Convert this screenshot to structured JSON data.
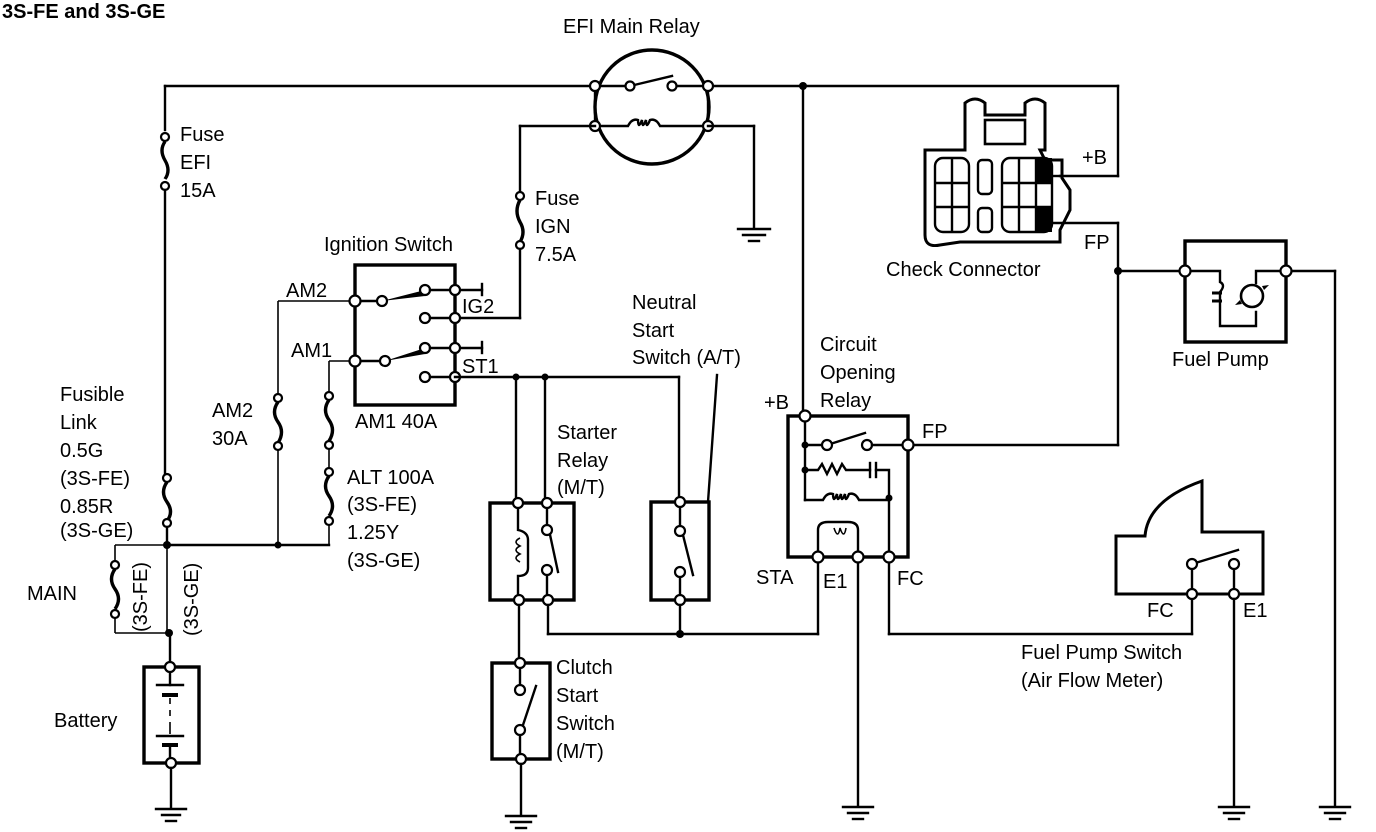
{
  "title": "3S-FE and 3S-GE",
  "components": {
    "efi_main_relay": "EFI Main Relay",
    "fuse_efi": [
      "Fuse",
      "EFI",
      "15A"
    ],
    "fuse_ign": [
      "Fuse",
      "IGN",
      "7.5A"
    ],
    "ignition_switch": "Ignition Switch",
    "ign_terminals": {
      "am2": "AM2",
      "am1": "AM1",
      "ig2": "IG2",
      "st1": "ST1"
    },
    "am1_fuse": "AM1 40A",
    "am2_fuse": [
      "AM2",
      "30A"
    ],
    "alt_fuse": [
      "ALT 100A",
      "(3S-FE)",
      "1.25Y",
      "(3S-GE)"
    ],
    "fusible_link": [
      "Fusible",
      "Link",
      "0.5G",
      "(3S-FE)",
      "0.85R",
      "(3S-GE)"
    ],
    "main_fuse": "MAIN",
    "main_variants": {
      "fe": "(3S-FE)",
      "ge": "(3S-GE)"
    },
    "battery": "Battery",
    "neutral_start_switch": [
      "Neutral",
      "Start",
      "Switch (A/T)"
    ],
    "starter_relay": [
      "Starter",
      "Relay",
      "(M/T)"
    ],
    "clutch_start_switch": [
      "Clutch",
      "Start",
      "Switch",
      "(M/T)"
    ],
    "circuit_opening_relay": [
      "Circuit",
      "Opening",
      "Relay"
    ],
    "cor_terminals": {
      "b": "+B",
      "fp": "FP",
      "sta": "STA",
      "e1": "E1",
      "fc": "FC"
    },
    "check_connector": "Check Connector",
    "check_terminals": {
      "b": "+B",
      "fp": "FP"
    },
    "fuel_pump": "Fuel Pump",
    "fuel_pump_switch": [
      "Fuel Pump Switch",
      "(Air Flow Meter)"
    ],
    "fps_terminals": {
      "fc": "FC",
      "e1": "E1"
    }
  }
}
